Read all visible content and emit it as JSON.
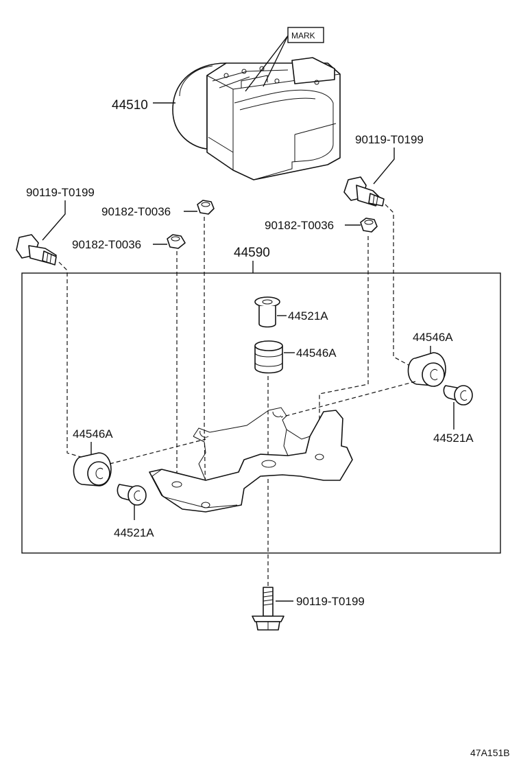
{
  "labels": {
    "abs_actuator": "44510",
    "mark": "MARK",
    "bracket_assy": "44590",
    "bolt_top_right": "90119-T0199",
    "bolt_top_left": "90119-T0199",
    "nut_upper_center": "90182-T0036",
    "nut_left": "90182-T0036",
    "nut_right": "90182-T0036",
    "collar_center": "44521A",
    "cushion_center": "44546A",
    "cushion_right": "44546A",
    "collar_right": "44521A",
    "cushion_left": "44546A",
    "collar_left": "44521A",
    "bolt_bottom": "90119-T0199",
    "reference_code": "47A151B"
  },
  "colors": {
    "line": "#111111",
    "background": "#ffffff"
  }
}
